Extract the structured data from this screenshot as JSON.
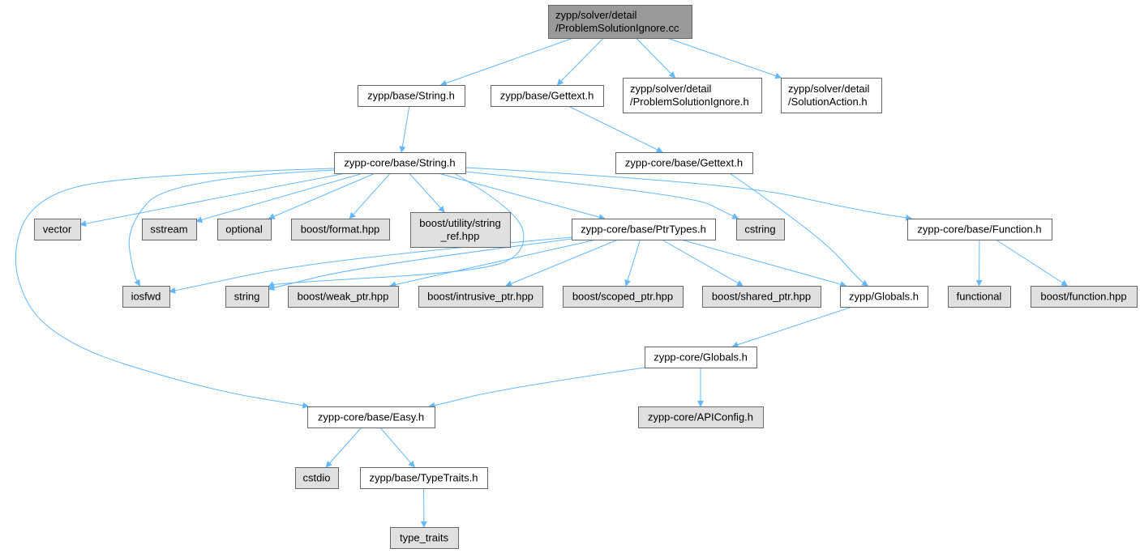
{
  "colors": {
    "edge": "#63b8ff",
    "root_fill": "#999999",
    "documented_fill": "#ffffff",
    "external_fill": "#e0e0e0",
    "border": "#666666"
  },
  "nodes": {
    "root": {
      "lines": [
        "zypp/solver/detail",
        "/ProblemSolutionIgnore.cc"
      ],
      "kind": "root"
    },
    "zstring": {
      "lines": [
        "zypp/base/String.h"
      ],
      "kind": "documented"
    },
    "zgettext": {
      "lines": [
        "zypp/base/Gettext.h"
      ],
      "kind": "documented"
    },
    "psi_h": {
      "lines": [
        "zypp/solver/detail",
        "/ProblemSolutionIgnore.h"
      ],
      "kind": "documented"
    },
    "sa_h": {
      "lines": [
        "zypp/solver/detail",
        "/SolutionAction.h"
      ],
      "kind": "documented"
    },
    "cstring_h": {
      "lines": [
        "zypp-core/base/String.h"
      ],
      "kind": "documented"
    },
    "cgettext": {
      "lines": [
        "zypp-core/base/Gettext.h"
      ],
      "kind": "documented"
    },
    "vector": {
      "lines": [
        "vector"
      ],
      "kind": "external"
    },
    "sstream": {
      "lines": [
        "sstream"
      ],
      "kind": "external"
    },
    "optional": {
      "lines": [
        "optional"
      ],
      "kind": "external"
    },
    "bformat": {
      "lines": [
        "boost/format.hpp"
      ],
      "kind": "external"
    },
    "bstringref": {
      "lines": [
        "boost/utility/string",
        "_ref.hpp"
      ],
      "kind": "external"
    },
    "ptrtypes": {
      "lines": [
        "zypp-core/base/PtrTypes.h"
      ],
      "kind": "documented"
    },
    "cstring": {
      "lines": [
        "cstring"
      ],
      "kind": "external"
    },
    "function_h": {
      "lines": [
        "zypp-core/base/Function.h"
      ],
      "kind": "documented"
    },
    "iosfwd": {
      "lines": [
        "iosfwd"
      ],
      "kind": "external"
    },
    "string": {
      "lines": [
        "string"
      ],
      "kind": "external"
    },
    "weakptr": {
      "lines": [
        "boost/weak_ptr.hpp"
      ],
      "kind": "external"
    },
    "intrusive": {
      "lines": [
        "boost/intrusive_ptr.hpp"
      ],
      "kind": "external"
    },
    "scoped": {
      "lines": [
        "boost/scoped_ptr.hpp"
      ],
      "kind": "external"
    },
    "shared": {
      "lines": [
        "boost/shared_ptr.hpp"
      ],
      "kind": "external"
    },
    "zglobals": {
      "lines": [
        "zypp/Globals.h"
      ],
      "kind": "documented"
    },
    "functional": {
      "lines": [
        "functional"
      ],
      "kind": "external"
    },
    "bfunction": {
      "lines": [
        "boost/function.hpp"
      ],
      "kind": "external"
    },
    "cglobals": {
      "lines": [
        "zypp-core/Globals.h"
      ],
      "kind": "documented"
    },
    "easy": {
      "lines": [
        "zypp-core/base/Easy.h"
      ],
      "kind": "documented"
    },
    "apiconfig": {
      "lines": [
        "zypp-core/APIConfig.h"
      ],
      "kind": "external"
    },
    "cstdio": {
      "lines": [
        "cstdio"
      ],
      "kind": "external"
    },
    "typetraits_h": {
      "lines": [
        "zypp/base/TypeTraits.h"
      ],
      "kind": "documented"
    },
    "type_traits": {
      "lines": [
        "type_traits"
      ],
      "kind": "external"
    }
  },
  "edges": [
    [
      "root",
      "zstring"
    ],
    [
      "root",
      "zgettext"
    ],
    [
      "root",
      "psi_h"
    ],
    [
      "root",
      "sa_h"
    ],
    [
      "zstring",
      "cstring_h"
    ],
    [
      "zgettext",
      "cgettext"
    ],
    [
      "cstring_h",
      "vector"
    ],
    [
      "cstring_h",
      "sstream"
    ],
    [
      "cstring_h",
      "optional"
    ],
    [
      "cstring_h",
      "bformat"
    ],
    [
      "cstring_h",
      "bstringref"
    ],
    [
      "cstring_h",
      "ptrtypes"
    ],
    [
      "cstring_h",
      "cstring"
    ],
    [
      "cstring_h",
      "function_h"
    ],
    [
      "cstring_h",
      "iosfwd"
    ],
    [
      "cstring_h",
      "string"
    ],
    [
      "cstring_h",
      "easy"
    ],
    [
      "cgettext",
      "zglobals"
    ],
    [
      "ptrtypes",
      "iosfwd"
    ],
    [
      "ptrtypes",
      "string"
    ],
    [
      "ptrtypes",
      "weakptr"
    ],
    [
      "ptrtypes",
      "intrusive"
    ],
    [
      "ptrtypes",
      "scoped"
    ],
    [
      "ptrtypes",
      "shared"
    ],
    [
      "ptrtypes",
      "zglobals"
    ],
    [
      "function_h",
      "functional"
    ],
    [
      "function_h",
      "bfunction"
    ],
    [
      "zglobals",
      "cglobals"
    ],
    [
      "cglobals",
      "easy"
    ],
    [
      "cglobals",
      "apiconfig"
    ],
    [
      "easy",
      "cstdio"
    ],
    [
      "easy",
      "typetraits_h"
    ],
    [
      "typetraits_h",
      "type_traits"
    ]
  ]
}
